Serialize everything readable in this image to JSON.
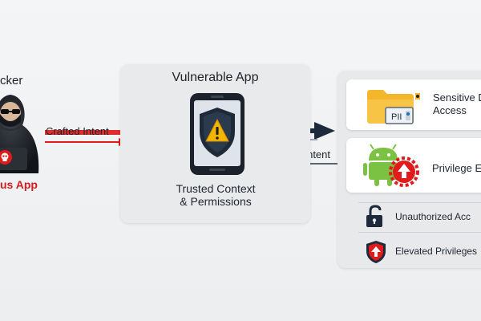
{
  "attacker": {
    "label_top": "cker",
    "label_bottom": "us App"
  },
  "flows": {
    "crafted_intent": "Crafted Intent",
    "redirected_intent": "Redirected Intent"
  },
  "vulnerable_app": {
    "title": "Vulnerable App",
    "caption_line1": "Trusted Context",
    "caption_line2": "& Permissions"
  },
  "impacts": {
    "sensitive_line1": "Sensitive D",
    "sensitive_line2": "Access",
    "pii_badge": "PII",
    "privilege": "Privilege E",
    "unauthorized": "Unauthorized Acc",
    "elevated": "Elevated Privileges"
  },
  "colors": {
    "attack_red": "#e01b1b",
    "warning_yellow": "#f5b400",
    "android_green": "#7cc242",
    "navy": "#1d2a3c",
    "folder_yellow": "#f4b72b"
  },
  "icons": {
    "attacker": "hooded-attacker-icon",
    "phone": "smartphone-shield-icon",
    "folder": "folder-pii-icon",
    "android": "android-up-arrow-icon",
    "lock": "unlocked-padlock-icon",
    "shield": "red-shield-arrow-icon"
  }
}
